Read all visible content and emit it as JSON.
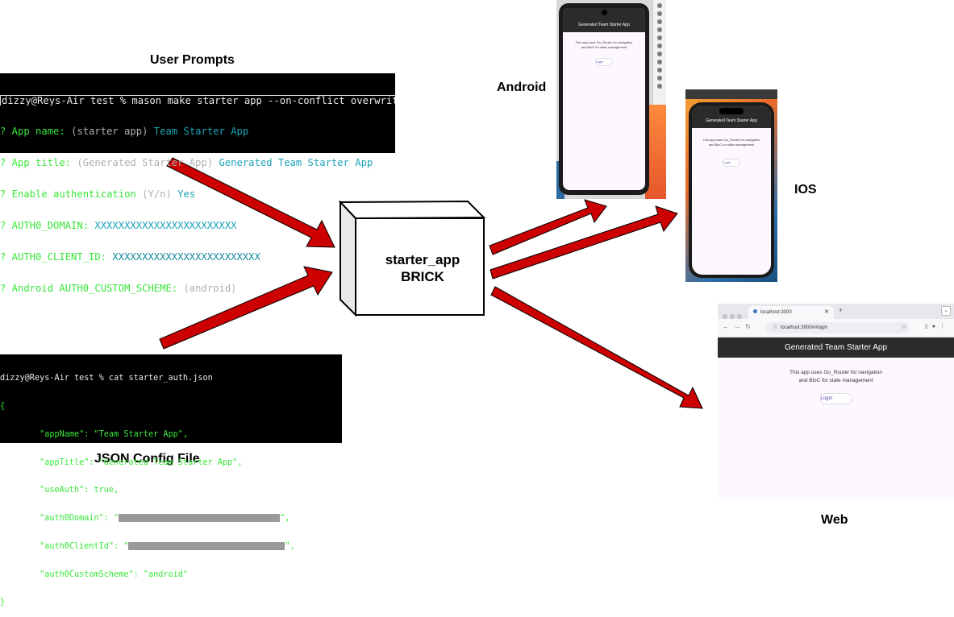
{
  "labels": {
    "user_prompts": "User Prompts",
    "json_config": "JSON Config File",
    "android": "Android",
    "ios": "IOS",
    "web": "Web"
  },
  "brick": {
    "line1": "starter_app",
    "line2": "BRICK"
  },
  "terminal1": {
    "command": "dizzy@Reys-Air test % mason make starter_app --on-conflict overwrite",
    "lines": [
      {
        "q": "? App name: ",
        "default": "(starter app) ",
        "answer": "Team Starter App"
      },
      {
        "q": "? App title: ",
        "default": "(Generated Starter App) ",
        "answer": "Generated Team Starter App"
      },
      {
        "q": "? Enable authentication ",
        "default": "(Y/n) ",
        "answer": "Yes"
      },
      {
        "q": "? AUTH0_DOMAIN: ",
        "default": "",
        "answer": "XXXXXXXXXXXXXXXXXXXXXXXX"
      },
      {
        "q": "? AUTH0_CLIENT_ID: ",
        "default": "",
        "answer": "XXXXXXXXXXXXXXXXXXXXXXXXX"
      },
      {
        "q": "? Android AUTH0_CUSTOM_SCHEME: ",
        "default": "(android)",
        "answer": ""
      }
    ]
  },
  "terminal2": {
    "command": "dizzy@Reys-Air test % cat starter_auth.json",
    "open": "{",
    "l1": "        \"appName\": \"Team Starter App\",",
    "l2": "        \"appTitle\": \"Generated Team Starter App\",",
    "l3": "        \"useAuth\": true,",
    "l4a": "        \"auth0Domain\": \"",
    "l4b": "\",",
    "l5a": "        \"auth0ClientId\": \"",
    "l5b": "\",",
    "l6": "        \"auth0CustomScheme\": \"android\"",
    "close": "}"
  },
  "app": {
    "title": "Generated Team Starter App",
    "body_line1": "This app uses Go_Router for navigation",
    "body_line2": "and BloC for state management",
    "login": "Login"
  },
  "browser": {
    "tab_title": "localhost:3000",
    "url": "localhost:3000/#/login"
  },
  "colors": {
    "arrow": "#cc0000",
    "terminal_green": "#39e639",
    "terminal_cyan": "#1aa3b8"
  }
}
